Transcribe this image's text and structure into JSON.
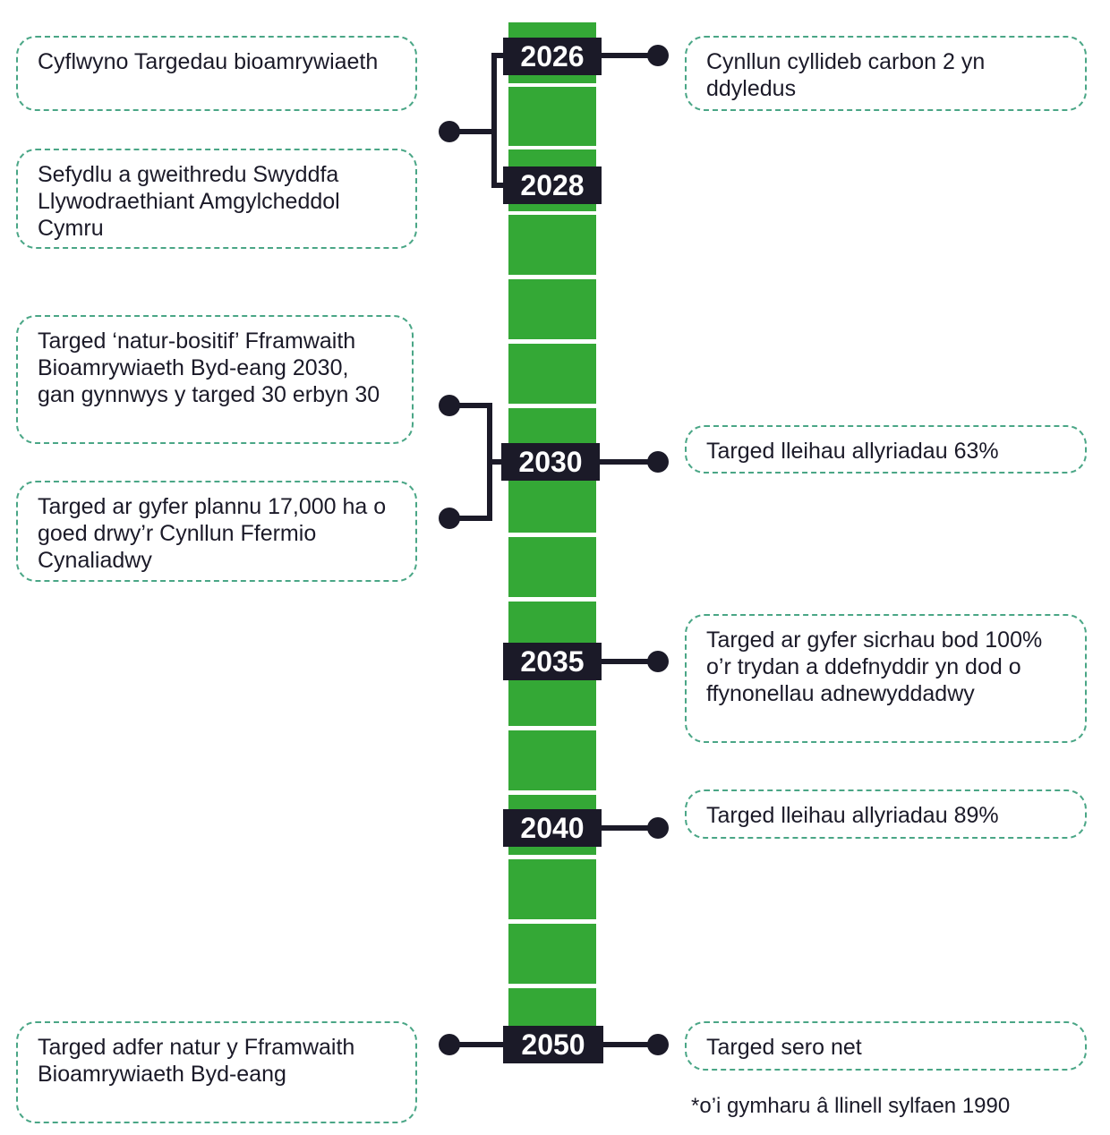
{
  "years": [
    "2026",
    "2028",
    "2030",
    "2035",
    "2040",
    "2050"
  ],
  "left_notes": [
    "Cyflwyno Targedau bioamrywiaeth",
    "Sefydlu a gweithredu Swyddfa Llywodraethiant Amgylcheddol Cymru",
    "Targed ‘natur-bositif’ Fframwaith Bioamrywiaeth Byd-eang 2030, gan gynnwys y targed 30 erbyn 30",
    "Targed ar gyfer plannu 17,000 ha o goed drwy’r Cynllun Ffermio Cynaliadwy",
    "Targed adfer natur y Fframwaith Bioamrywiaeth Byd-eang"
  ],
  "right_notes": [
    "Cynllun cyllideb carbon 2 yn ddyledus",
    "Targed lleihau allyriadau 63%",
    "Targed ar gyfer sicrhau bod 100% o’r trydan a ddefnyddir yn dod o ffynonellau adnewyddadwy",
    "Targed lleihau allyriadau 89%",
    "Targed sero net"
  ],
  "footnote": "*o’i gymharu â llinell sylfaen 1990",
  "colors": {
    "bar": "#34a836",
    "dark": "#1b1a28",
    "dashed_border": "#4aa686"
  }
}
